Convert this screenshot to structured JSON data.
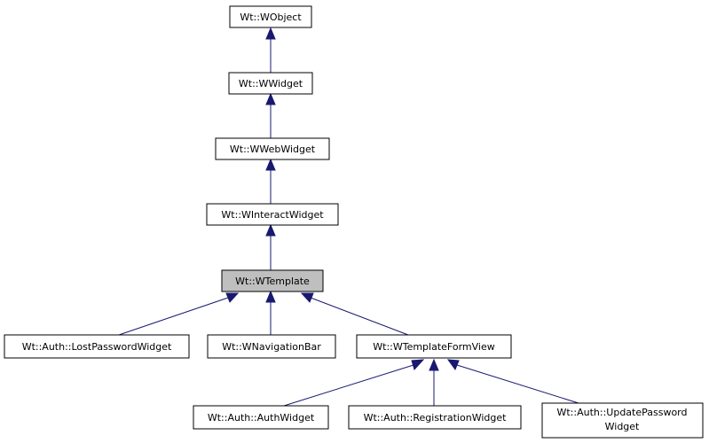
{
  "diagram": {
    "nodes": {
      "wobject": {
        "label": "Wt::WObject"
      },
      "wwidget": {
        "label": "Wt::WWidget"
      },
      "wwebwidget": {
        "label": "Wt::WWebWidget"
      },
      "winteractwidget": {
        "label": "Wt::WInteractWidget"
      },
      "wtemplate": {
        "label": "Wt::WTemplate",
        "highlighted": true
      },
      "lostpasswordwidget": {
        "label": "Wt::Auth::LostPasswordWidget"
      },
      "wnavigationbar": {
        "label": "Wt::WNavigationBar"
      },
      "wtemplateformview": {
        "label": "Wt::WTemplateFormView"
      },
      "authwidget": {
        "label": "Wt::Auth::AuthWidget"
      },
      "registrationwidget": {
        "label": "Wt::Auth::RegistrationWidget"
      },
      "updatepasswordwidget": {
        "label_line1": "Wt::Auth::UpdatePassword",
        "label_line2": "Widget"
      }
    },
    "colors": {
      "edge": "#191970",
      "highlight_fill": "#bfbfbf",
      "node_border": "#000000"
    }
  }
}
